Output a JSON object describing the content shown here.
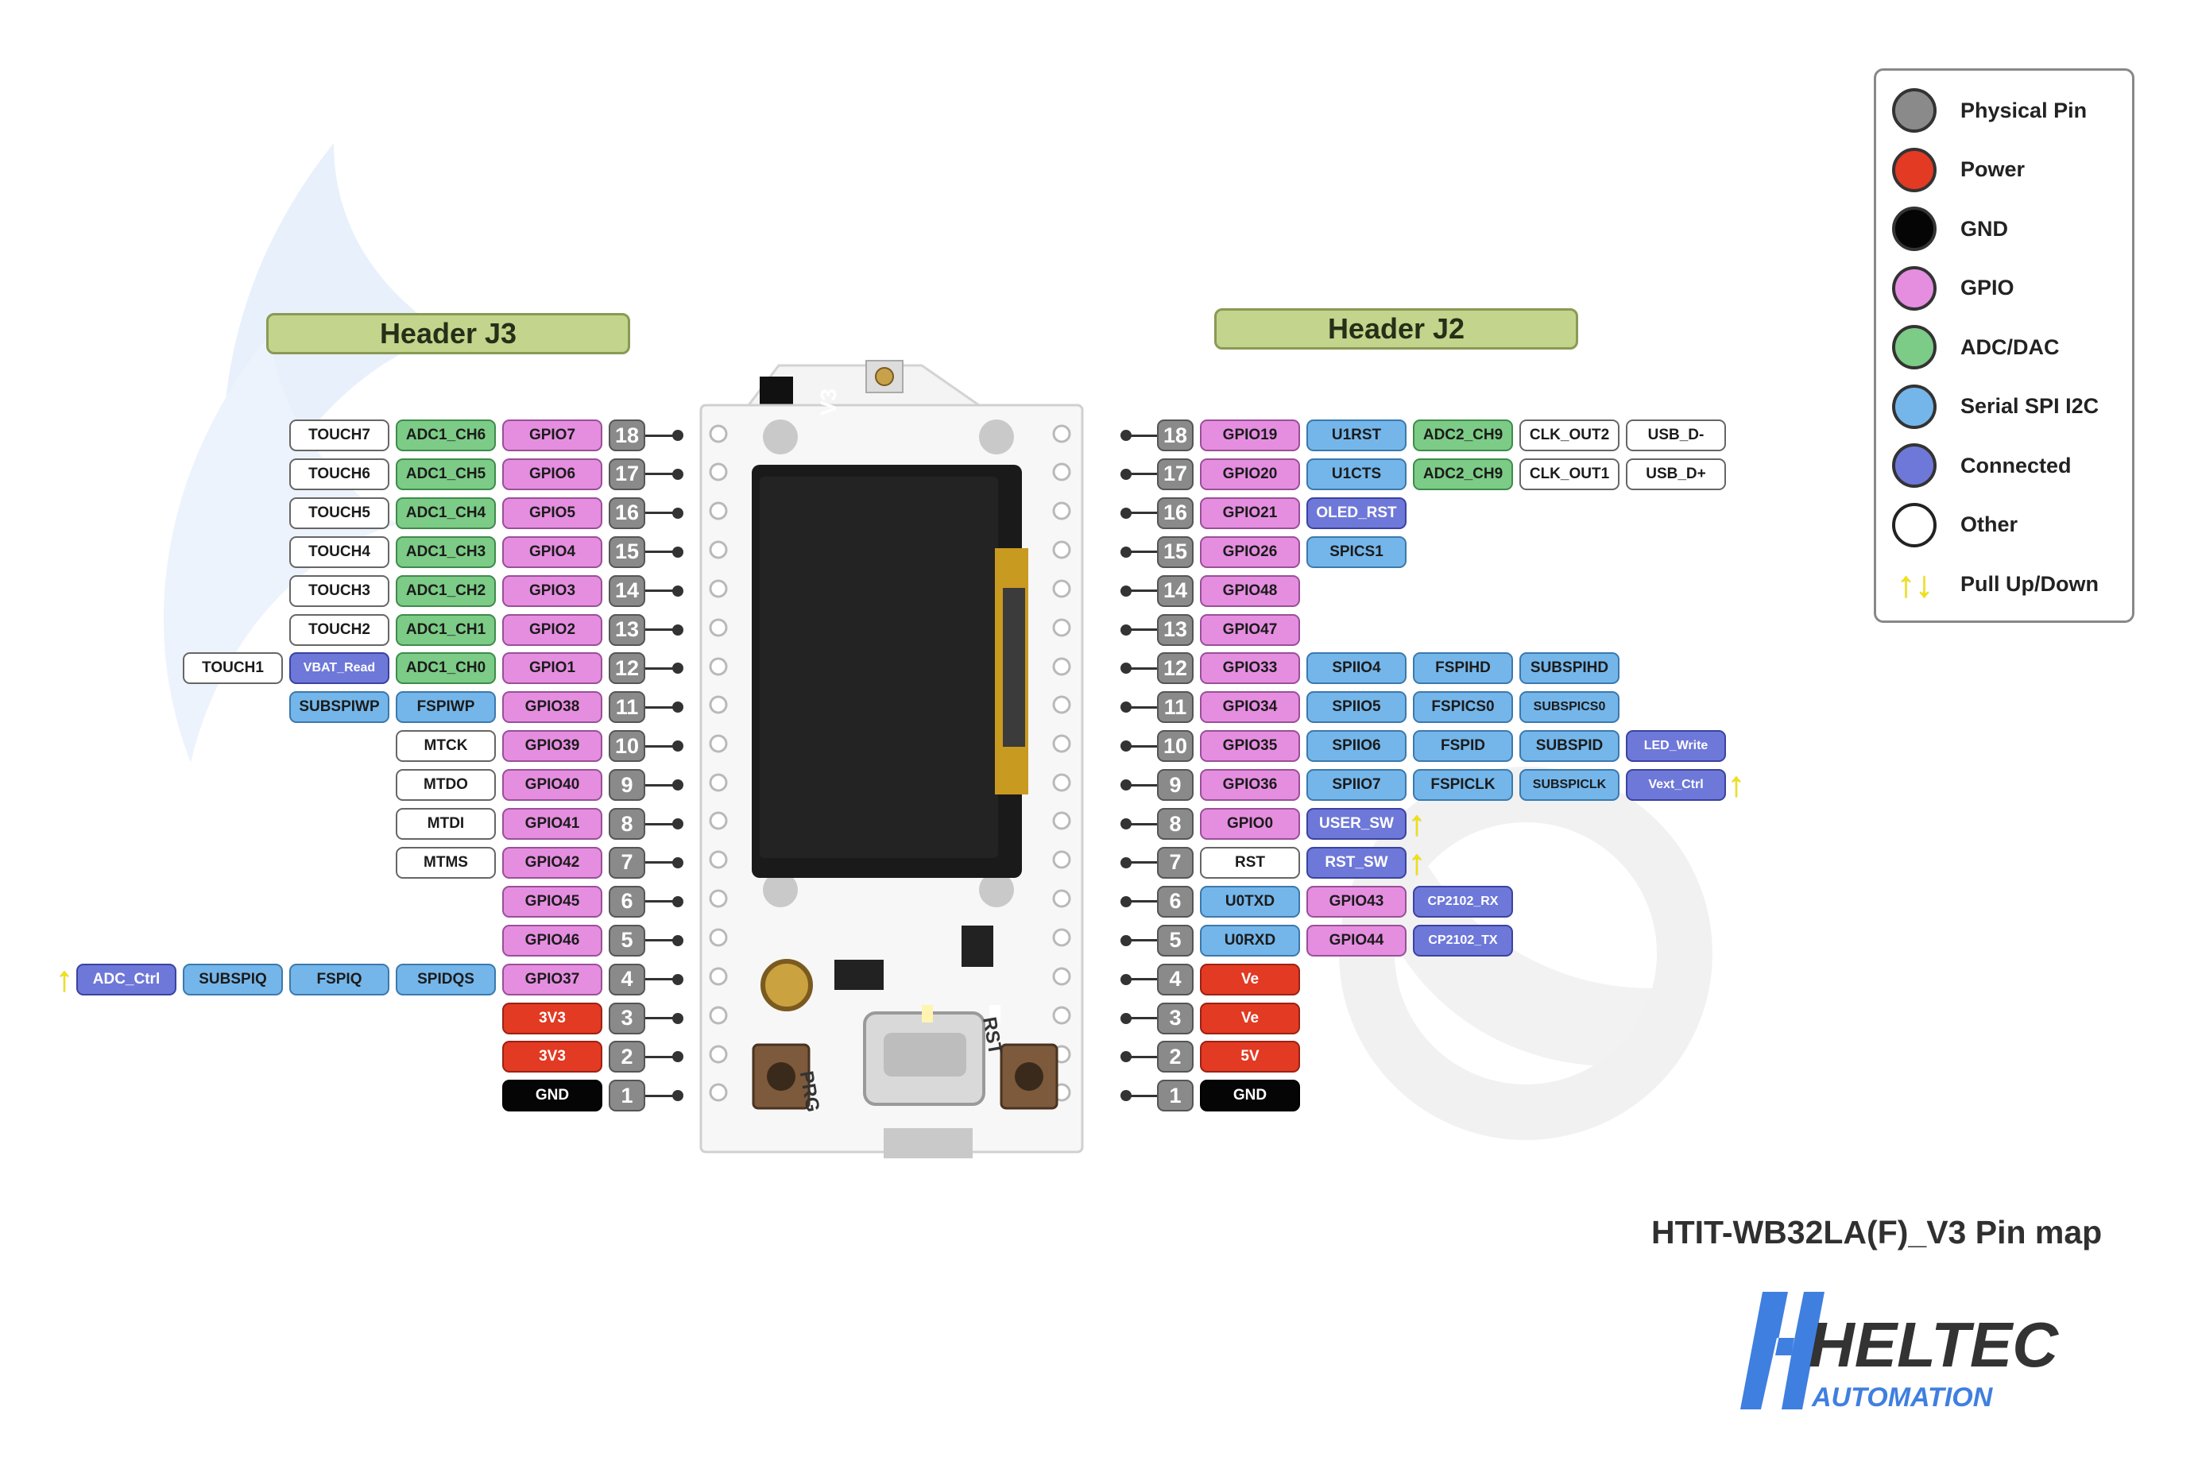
{
  "headers": {
    "left": "Header J3",
    "right": "Header J2"
  },
  "board": {
    "version_mark": "V3",
    "button_left": "PRG",
    "button_right": "RST"
  },
  "colors": {
    "physical": "#8a8a8a",
    "power": "#e23a23",
    "gnd": "#050505",
    "gpio": "#e58ee0",
    "adc": "#7ccb86",
    "serial": "#74b6ea",
    "connected": "#6e78d8",
    "other": "#ffffff",
    "pullup": "#f4e400"
  },
  "legend": [
    {
      "type": "physical",
      "label": "Physical Pin",
      "color": "#8a8a8a"
    },
    {
      "type": "power",
      "label": "Power",
      "color": "#e23a23"
    },
    {
      "type": "gnd",
      "label": "GND",
      "color": "#050505"
    },
    {
      "type": "gpio",
      "label": "GPIO",
      "color": "#e58ee0"
    },
    {
      "type": "adc",
      "label": "ADC/DAC",
      "color": "#7ccb86"
    },
    {
      "type": "serial",
      "label": "Serial SPI I2C",
      "color": "#74b6ea"
    },
    {
      "type": "conn",
      "label": "Connected",
      "color": "#6e78d8"
    },
    {
      "type": "other",
      "label": "Other",
      "color": "#ffffff"
    },
    {
      "type": "pull",
      "label": "Pull Up/Down",
      "color": "#f4e400"
    }
  ],
  "j3": [
    {
      "pin": "18",
      "labels": [
        {
          "text": "GPIO7",
          "type": "gpio"
        },
        {
          "text": "ADC1_CH6",
          "type": "adc"
        },
        {
          "text": "TOUCH7",
          "type": "other"
        }
      ]
    },
    {
      "pin": "17",
      "labels": [
        {
          "text": "GPIO6",
          "type": "gpio"
        },
        {
          "text": "ADC1_CH5",
          "type": "adc"
        },
        {
          "text": "TOUCH6",
          "type": "other"
        }
      ]
    },
    {
      "pin": "16",
      "labels": [
        {
          "text": "GPIO5",
          "type": "gpio"
        },
        {
          "text": "ADC1_CH4",
          "type": "adc"
        },
        {
          "text": "TOUCH5",
          "type": "other"
        }
      ]
    },
    {
      "pin": "15",
      "labels": [
        {
          "text": "GPIO4",
          "type": "gpio"
        },
        {
          "text": "ADC1_CH3",
          "type": "adc"
        },
        {
          "text": "TOUCH4",
          "type": "other"
        }
      ]
    },
    {
      "pin": "14",
      "labels": [
        {
          "text": "GPIO3",
          "type": "gpio"
        },
        {
          "text": "ADC1_CH2",
          "type": "adc"
        },
        {
          "text": "TOUCH3",
          "type": "other"
        }
      ]
    },
    {
      "pin": "13",
      "labels": [
        {
          "text": "GPIO2",
          "type": "gpio"
        },
        {
          "text": "ADC1_CH1",
          "type": "adc"
        },
        {
          "text": "TOUCH2",
          "type": "other"
        }
      ]
    },
    {
      "pin": "12",
      "labels": [
        {
          "text": "GPIO1",
          "type": "gpio"
        },
        {
          "text": "ADC1_CH0",
          "type": "adc"
        },
        {
          "text": "VBAT_Read",
          "type": "conn"
        },
        {
          "text": "TOUCH1",
          "type": "other"
        }
      ]
    },
    {
      "pin": "11",
      "labels": [
        {
          "text": "GPIO38",
          "type": "gpio"
        },
        {
          "text": "FSPIWP",
          "type": "serial"
        },
        {
          "text": "SUBSPIWP",
          "type": "serial"
        }
      ]
    },
    {
      "pin": "10",
      "labels": [
        {
          "text": "GPIO39",
          "type": "gpio"
        },
        {
          "text": "MTCK",
          "type": "other"
        }
      ]
    },
    {
      "pin": "9",
      "labels": [
        {
          "text": "GPIO40",
          "type": "gpio"
        },
        {
          "text": "MTDO",
          "type": "other"
        }
      ]
    },
    {
      "pin": "8",
      "labels": [
        {
          "text": "GPIO41",
          "type": "gpio"
        },
        {
          "text": "MTDI",
          "type": "other"
        }
      ]
    },
    {
      "pin": "7",
      "labels": [
        {
          "text": "GPIO42",
          "type": "gpio"
        },
        {
          "text": "MTMS",
          "type": "other"
        }
      ]
    },
    {
      "pin": "6",
      "labels": [
        {
          "text": "GPIO45",
          "type": "gpio"
        }
      ]
    },
    {
      "pin": "5",
      "labels": [
        {
          "text": "GPIO46",
          "type": "gpio"
        }
      ]
    },
    {
      "pin": "4",
      "labels": [
        {
          "text": "GPIO37",
          "type": "gpio"
        },
        {
          "text": "SPIDQS",
          "type": "serial"
        },
        {
          "text": "FSPIQ",
          "type": "serial"
        },
        {
          "text": "SUBSPIQ",
          "type": "serial"
        },
        {
          "text": "ADC_Ctrl",
          "type": "conn"
        }
      ],
      "pull": true
    },
    {
      "pin": "3",
      "labels": [
        {
          "text": "3V3",
          "type": "power"
        }
      ]
    },
    {
      "pin": "2",
      "labels": [
        {
          "text": "3V3",
          "type": "power"
        }
      ]
    },
    {
      "pin": "1",
      "labels": [
        {
          "text": "GND",
          "type": "gnd"
        }
      ]
    }
  ],
  "j2": [
    {
      "pin": "18",
      "labels": [
        {
          "text": "GPIO19",
          "type": "gpio"
        },
        {
          "text": "U1RST",
          "type": "serial"
        },
        {
          "text": "ADC2_CH9",
          "type": "adc"
        },
        {
          "text": "CLK_OUT2",
          "type": "other"
        },
        {
          "text": "USB_D-",
          "type": "other"
        }
      ]
    },
    {
      "pin": "17",
      "labels": [
        {
          "text": "GPIO20",
          "type": "gpio"
        },
        {
          "text": "U1CTS",
          "type": "serial"
        },
        {
          "text": "ADC2_CH9",
          "type": "adc"
        },
        {
          "text": "CLK_OUT1",
          "type": "other"
        },
        {
          "text": "USB_D+",
          "type": "other"
        }
      ]
    },
    {
      "pin": "16",
      "labels": [
        {
          "text": "GPIO21",
          "type": "gpio"
        },
        {
          "text": "OLED_RST",
          "type": "conn"
        }
      ]
    },
    {
      "pin": "15",
      "labels": [
        {
          "text": "GPIO26",
          "type": "gpio"
        },
        {
          "text": "SPICS1",
          "type": "serial"
        }
      ]
    },
    {
      "pin": "14",
      "labels": [
        {
          "text": "GPIO48",
          "type": "gpio"
        }
      ]
    },
    {
      "pin": "13",
      "labels": [
        {
          "text": "GPIO47",
          "type": "gpio"
        }
      ]
    },
    {
      "pin": "12",
      "labels": [
        {
          "text": "GPIO33",
          "type": "gpio"
        },
        {
          "text": "SPIIO4",
          "type": "serial"
        },
        {
          "text": "FSPIHD",
          "type": "serial"
        },
        {
          "text": "SUBSPIHD",
          "type": "serial"
        }
      ]
    },
    {
      "pin": "11",
      "labels": [
        {
          "text": "GPIO34",
          "type": "gpio"
        },
        {
          "text": "SPIIO5",
          "type": "serial"
        },
        {
          "text": "FSPICS0",
          "type": "serial"
        },
        {
          "text": "SUBSPICS0",
          "type": "serial"
        }
      ]
    },
    {
      "pin": "10",
      "labels": [
        {
          "text": "GPIO35",
          "type": "gpio"
        },
        {
          "text": "SPIIO6",
          "type": "serial"
        },
        {
          "text": "FSPID",
          "type": "serial"
        },
        {
          "text": "SUBSPID",
          "type": "serial"
        },
        {
          "text": "LED_Write",
          "type": "conn"
        }
      ]
    },
    {
      "pin": "9",
      "labels": [
        {
          "text": "GPIO36",
          "type": "gpio"
        },
        {
          "text": "SPIIO7",
          "type": "serial"
        },
        {
          "text": "FSPICLK",
          "type": "serial"
        },
        {
          "text": "SUBSPICLK",
          "type": "serial"
        },
        {
          "text": "Vext_Ctrl",
          "type": "conn"
        }
      ],
      "pull": true
    },
    {
      "pin": "8",
      "labels": [
        {
          "text": "GPIO0",
          "type": "gpio"
        },
        {
          "text": "USER_SW",
          "type": "conn"
        }
      ],
      "pull": true
    },
    {
      "pin": "7",
      "labels": [
        {
          "text": "RST",
          "type": "other"
        },
        {
          "text": "RST_SW",
          "type": "conn"
        }
      ],
      "pull": true
    },
    {
      "pin": "6",
      "labels": [
        {
          "text": "U0TXD",
          "type": "serial"
        },
        {
          "text": "GPIO43",
          "type": "gpio"
        },
        {
          "text": "CP2102_RX",
          "type": "conn"
        }
      ]
    },
    {
      "pin": "5",
      "labels": [
        {
          "text": "U0RXD",
          "type": "serial"
        },
        {
          "text": "GPIO44",
          "type": "gpio"
        },
        {
          "text": "CP2102_TX",
          "type": "conn"
        }
      ]
    },
    {
      "pin": "4",
      "labels": [
        {
          "text": "Ve",
          "type": "power"
        }
      ]
    },
    {
      "pin": "3",
      "labels": [
        {
          "text": "Ve",
          "type": "power"
        }
      ]
    },
    {
      "pin": "2",
      "labels": [
        {
          "text": "5V",
          "type": "power"
        }
      ]
    },
    {
      "pin": "1",
      "labels": [
        {
          "text": "GND",
          "type": "gnd"
        }
      ]
    }
  ],
  "footer": {
    "title": "HTIT-WB32LA(F)_V3 Pin map",
    "brand_main": "HELTEC",
    "brand_sub": "AUTOMATION"
  }
}
